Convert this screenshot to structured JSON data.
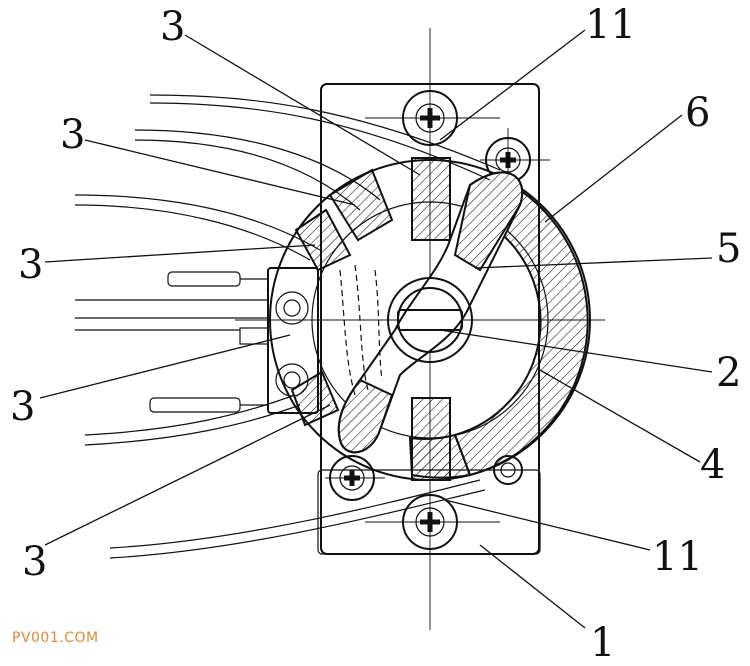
{
  "watermark": "PV001.COM",
  "callouts": {
    "c3_top": "3",
    "c3_upper_left": "3",
    "c3_mid_left": "3",
    "c3_lower_left": "3",
    "c3_bottom": "3",
    "c11_top": "11",
    "c11_bottom": "11",
    "c6": "6",
    "c5": "5",
    "c2": "2",
    "c4": "4",
    "c1": "1"
  }
}
